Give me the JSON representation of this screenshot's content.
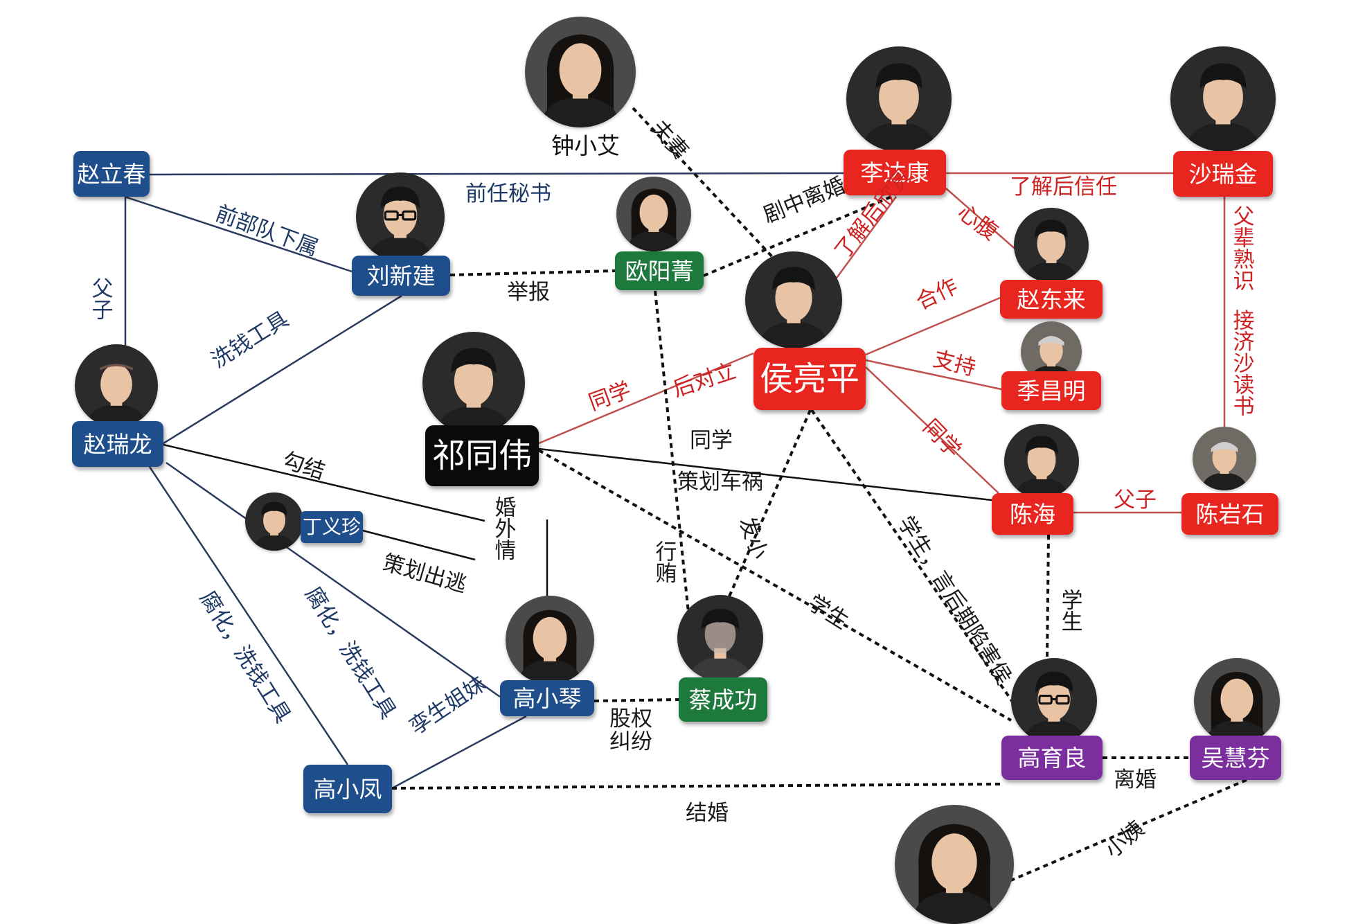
{
  "colors": {
    "blue": "#1f4e8c",
    "green": "#1e7a3c",
    "red": "#e8261f",
    "black": "#0a0a0a",
    "purple": "#7b2f9e",
    "line_red": "#c0504d",
    "line_navy": "#2a3b5f",
    "line_black": "#111111",
    "label_red": "#cc2222",
    "label_dark": "#1a1a1a",
    "label_navy": "#1f3a66"
  },
  "people": [
    {
      "id": "zhao_lichun",
      "name": "赵立春",
      "color": "blue",
      "photo": "none"
    },
    {
      "id": "liu_xinjian",
      "name": "刘新建",
      "color": "blue",
      "photo": "man-glasses"
    },
    {
      "id": "zhao_ruilong",
      "name": "赵瑞龙",
      "color": "blue",
      "photo": "man-bald"
    },
    {
      "id": "ding_yizhen",
      "name": "丁义珍",
      "color": "blue",
      "photo": "man"
    },
    {
      "id": "gao_xiaoqin",
      "name": "高小琴",
      "color": "blue",
      "photo": "woman"
    },
    {
      "id": "gao_xiaofeng",
      "name": "高小凤",
      "color": "blue",
      "photo": "none"
    },
    {
      "id": "zhong_xiaoai",
      "name": "钟小艾",
      "color": "none",
      "photo": "woman"
    },
    {
      "id": "ouyang_jing",
      "name": "欧阳菁",
      "color": "green",
      "photo": "woman"
    },
    {
      "id": "cai_chenggong",
      "name": "蔡成功",
      "color": "green",
      "photo": "man-blurred"
    },
    {
      "id": "qi_tongwei",
      "name": "祁同伟",
      "color": "black",
      "photo": "man"
    },
    {
      "id": "hou_liangping",
      "name": "侯亮平",
      "color": "red",
      "photo": "man"
    },
    {
      "id": "li_dakang",
      "name": "李达康",
      "color": "red",
      "photo": "man"
    },
    {
      "id": "sha_ruijin",
      "name": "沙瑞金",
      "color": "red",
      "photo": "man"
    },
    {
      "id": "zhao_donglai",
      "name": "赵东来",
      "color": "red",
      "photo": "man"
    },
    {
      "id": "ji_changming",
      "name": "季昌明",
      "color": "red",
      "photo": "man-old"
    },
    {
      "id": "chen_hai",
      "name": "陈海",
      "color": "red",
      "photo": "man"
    },
    {
      "id": "chen_yanshi",
      "name": "陈岩石",
      "color": "red",
      "photo": "man-old"
    },
    {
      "id": "gao_yuliang",
      "name": "高育良",
      "color": "purple",
      "photo": "man-glasses"
    },
    {
      "id": "wu_huifen",
      "name": "吴慧芬",
      "color": "purple",
      "photo": "woman"
    },
    {
      "id": "bottom_woman",
      "name": "",
      "color": "none",
      "photo": "woman"
    }
  ],
  "relations": [
    {
      "id": "r_qianren_mishu",
      "label": "前任秘书",
      "style": "navy"
    },
    {
      "id": "r_qian_budui",
      "label": "前部队下属",
      "style": "navy"
    },
    {
      "id": "r_fuzi_zhao",
      "label": "父子",
      "style": "navy"
    },
    {
      "id": "r_xiqian_liu",
      "label": "洗钱工具",
      "style": "navy"
    },
    {
      "id": "r_jubao",
      "label": "举报",
      "style": "dashed"
    },
    {
      "id": "r_fuqi",
      "label": "夫妻",
      "style": "dashed"
    },
    {
      "id": "r_juzhong_lihun",
      "label": "剧中离婚",
      "style": "dashed"
    },
    {
      "id": "r_liaojie_xinren",
      "label": "了解后信任",
      "style": "red"
    },
    {
      "id": "r_xinfu",
      "label": "心腹",
      "style": "red"
    },
    {
      "id": "r_liaojie_xinshang",
      "label": "了解后欣赏",
      "style": "red"
    },
    {
      "id": "r_hezuo",
      "label": "合作",
      "style": "red"
    },
    {
      "id": "r_zhichi",
      "label": "支持",
      "style": "red"
    },
    {
      "id": "r_tongxue_hou_chenhai",
      "label": "同学",
      "style": "red"
    },
    {
      "id": "r_fubei_shushi",
      "label": "父辈熟识",
      "style": "red"
    },
    {
      "id": "r_jieji_shadu",
      "label": "接济沙读书",
      "style": "red"
    },
    {
      "id": "r_fuzi_chen",
      "label": "父子",
      "style": "red"
    },
    {
      "id": "r_tongxue_qi_hou",
      "label": "同学",
      "style": "red"
    },
    {
      "id": "r_houduili",
      "label": "后对立",
      "style": "red"
    },
    {
      "id": "r_tongxue_qi_chen",
      "label": "同学",
      "style": "black"
    },
    {
      "id": "r_cehua_chehuo",
      "label": "策划车祸",
      "style": "black"
    },
    {
      "id": "r_goujie",
      "label": "勾结",
      "style": "black"
    },
    {
      "id": "r_hunwaiqing",
      "label": "婚外情",
      "style": "black"
    },
    {
      "id": "r_cehua_chutao",
      "label": "策划出逃",
      "style": "black"
    },
    {
      "id": "r_fuhua_xiqian_1",
      "label": "腐化，洗钱工具",
      "style": "navy"
    },
    {
      "id": "r_fuhua_xiqian_2",
      "label": "腐化，洗钱工具",
      "style": "navy"
    },
    {
      "id": "r_luansheng",
      "label": "孪生姐妹",
      "style": "navy"
    },
    {
      "id": "r_guquan",
      "label": "股权\n纠纷",
      "style": "dashed"
    },
    {
      "id": "r_xinghui",
      "label": "行贿",
      "style": "dashed"
    },
    {
      "id": "r_faxiao",
      "label": "发小",
      "style": "dashed"
    },
    {
      "id": "r_xuesheng_qi_gao",
      "label": "学生",
      "style": "dashed"
    },
    {
      "id": "r_xuesheng_hou_gao",
      "label": "学生，言后期陷害侯",
      "style": "dashed"
    },
    {
      "id": "r_xuesheng_chen_gao",
      "label": "学生",
      "style": "dashed"
    },
    {
      "id": "r_jiehun",
      "label": "结婚",
      "style": "dashed"
    },
    {
      "id": "r_lihun",
      "label": "离婚",
      "style": "dashed"
    },
    {
      "id": "r_xiaoyi",
      "label": "小姨",
      "style": "dashed"
    }
  ]
}
